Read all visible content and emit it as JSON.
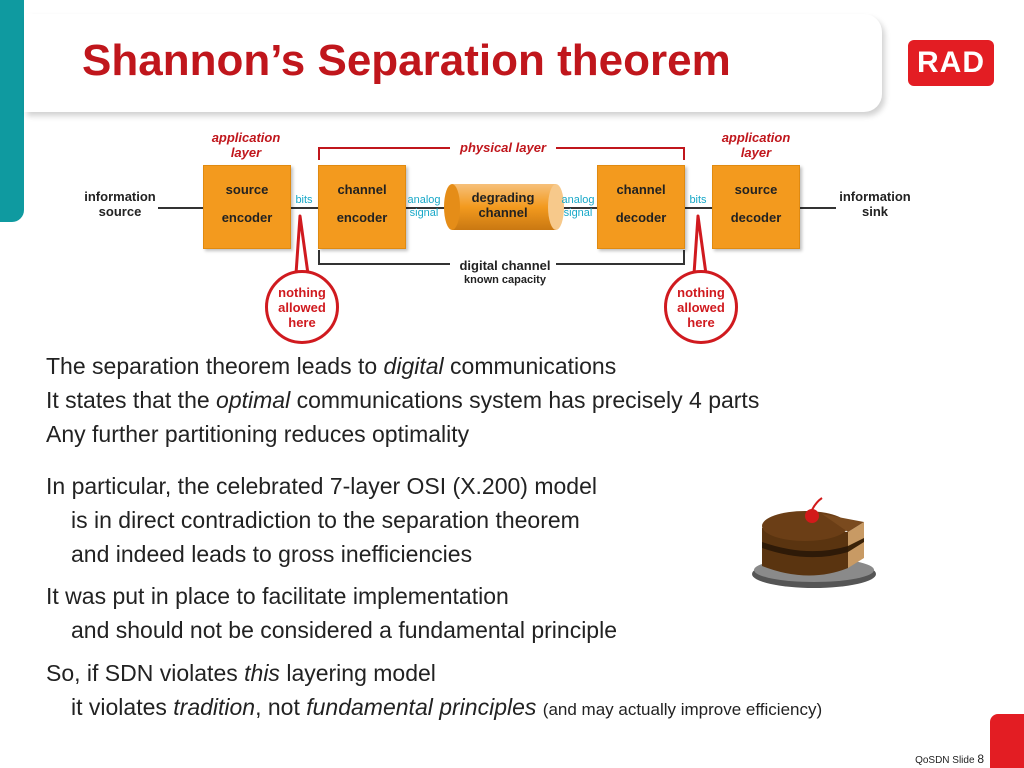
{
  "slide": {
    "title": "Shannon’s Separation theorem",
    "logo_text": "RAD",
    "footer_label": "QoSDN  Slide",
    "slide_number": "8"
  },
  "diagram": {
    "info_source": [
      "information",
      "source"
    ],
    "info_sink": [
      "information",
      "sink"
    ],
    "app_layer_left": [
      "application",
      "layer"
    ],
    "app_layer_right": [
      "application",
      "layer"
    ],
    "physical_layer": "physical layer",
    "source_encoder": [
      "source",
      "encoder"
    ],
    "channel_encoder": [
      "channel",
      "encoder"
    ],
    "degrading_channel": [
      "degrading",
      "channel"
    ],
    "channel_decoder": [
      "channel",
      "decoder"
    ],
    "source_decoder": [
      "source",
      "decoder"
    ],
    "bits": "bits",
    "analog_signal": [
      "analog",
      "signal"
    ],
    "digital_channel": [
      "digital channel",
      "known capacity"
    ],
    "nothing_allowed": [
      "nothing",
      "allowed",
      "here"
    ]
  },
  "body": {
    "p1": [
      "The separation theorem leads to ",
      "digital",
      " communications"
    ],
    "p2": [
      "It states that the ",
      "optimal",
      " communications system has precisely 4 parts"
    ],
    "p3": "Any further partitioning reduces optimality",
    "p4": "In particular, the celebrated 7-layer OSI (X.200) model",
    "p4a": "is in direct contradiction to the separation theorem",
    "p4b": "and indeed leads to gross inefficiencies",
    "p5": "It was put in place to facilitate implementation",
    "p5a": "and should not be considered a fundamental principle",
    "p6": [
      "So, if SDN violates ",
      "this",
      " layering model"
    ],
    "p6a": [
      "it violates ",
      "tradition",
      ", not ",
      "fundamental principles",
      "(and may actually improve efficiency)"
    ]
  },
  "colors": {
    "title_red": "#c0161c",
    "box_orange": "#f39a1e",
    "accent_teal": "#0f9aa0",
    "signal_cyan": "#18a8c8"
  }
}
